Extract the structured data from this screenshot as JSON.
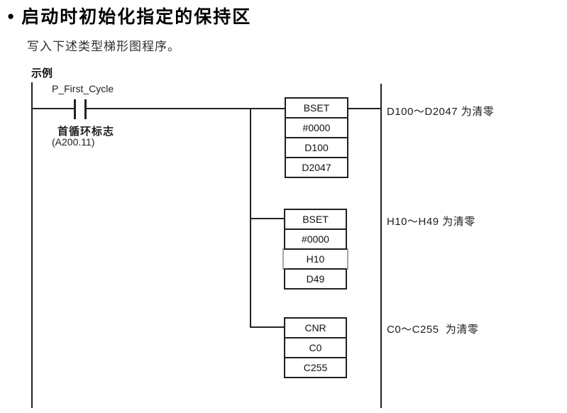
{
  "page": {
    "bullet": "●",
    "title": "启动时初始化指定的保持区",
    "subtitle": "写入下述类型梯形图程序。",
    "example_label": "示例"
  },
  "ladder": {
    "contact": {
      "label": "P_First_Cycle",
      "description_line1": "首循环标志",
      "description_line2": "(A200.11)"
    },
    "blocks": [
      {
        "rows": [
          "BSET",
          "#0000",
          "D100",
          "D2047"
        ],
        "comment": "D100～D2047 为清零"
      },
      {
        "rows": [
          "BSET",
          "#0000",
          "H10",
          "D49"
        ],
        "comment": "H10～H49 为清零"
      },
      {
        "rows": [
          "CNR",
          "C0",
          "C255"
        ],
        "comment": "C0～C255  为清零"
      }
    ],
    "colors": {
      "line": "#222222",
      "text": "#1d1d1d",
      "highlight_border": "#a6a6a6",
      "background": "#ffffff"
    }
  }
}
